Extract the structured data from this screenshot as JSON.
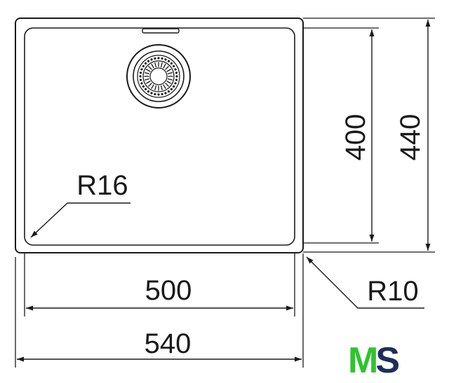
{
  "dimensions": {
    "inner_height": "400",
    "outer_height": "440",
    "inner_width": "500",
    "outer_width": "540",
    "corner_radius_inner": "R16",
    "corner_radius_outer": "R10"
  },
  "logo": {
    "text": "MS",
    "color_m": "#2fc42f",
    "color_s": "#1c2f5c"
  },
  "colors": {
    "line": "#1a1a1a"
  }
}
